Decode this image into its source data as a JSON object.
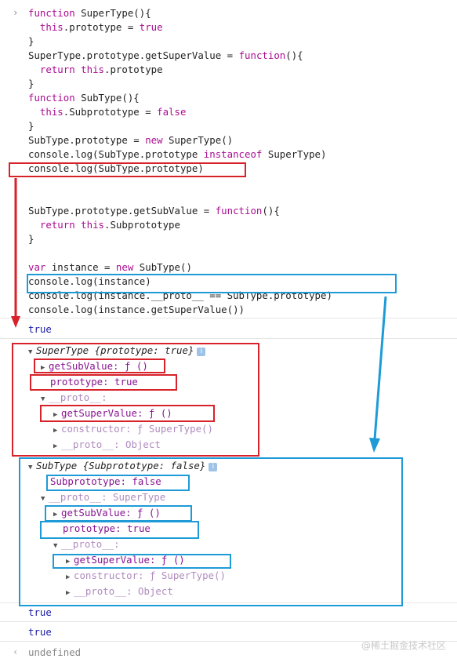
{
  "console": {
    "prompt_glyph": "›",
    "result_glyph": "‹",
    "input_lines": [
      "function SuperType(){",
      "  this.prototype = true",
      "}",
      "SuperType.prototype.getSuperValue = function(){",
      "  return this.prototype",
      "}",
      "function SubType(){",
      "  this.Subprototype = false",
      "}",
      "SubType.prototype = new SuperType()",
      "console.log(SubType.prototype instanceof SuperType)",
      "console.log(SubType.prototype)",
      "",
      "",
      "SubType.prototype.getSubValue = function(){",
      "  return this.Subprototype",
      "}",
      "",
      "var instance = new SubType()",
      "console.log(instance)",
      "console.log(instance.__proto__ == SubType.prototype)",
      "console.log(instance.getSuperValue())"
    ],
    "outputs": {
      "first_true": "true",
      "super_obj": {
        "header_class": "SuperType",
        "header_preview": "{prototype: true}",
        "info_glyph": "i",
        "get_sub_value": "getSubValue: ƒ ()",
        "prototype_prop": "prototype: true",
        "proto_label": "__proto__:",
        "get_super_value": "getSuperValue: ƒ ()",
        "constructor": "constructor: ƒ SuperType()",
        "proto_object": "__proto__: Object"
      },
      "sub_obj": {
        "header_class": "SubType",
        "header_preview": "{Subprototype: false}",
        "info_glyph": "i",
        "subprototype_prop": "Subprototype: false",
        "proto_label": "__proto__: SuperType",
        "get_sub_value": "getSubValue: ƒ ()",
        "prototype_prop": "prototype: true",
        "proto_label2": "__proto__:",
        "get_super_value": "getSuperValue: ƒ ()",
        "constructor": "constructor: ƒ SuperType()",
        "proto_object": "__proto__: Object"
      },
      "second_true": "true",
      "third_true": "true",
      "undefined_result": "undefined"
    },
    "watermark": "@稀土掘金技术社区"
  },
  "colors": {
    "red_annotation": "#d7222a",
    "blue_annotation": "#1e9bd7",
    "keyword": "#aa0d91",
    "string_value": "#c41a16",
    "property_key": "#881391"
  }
}
